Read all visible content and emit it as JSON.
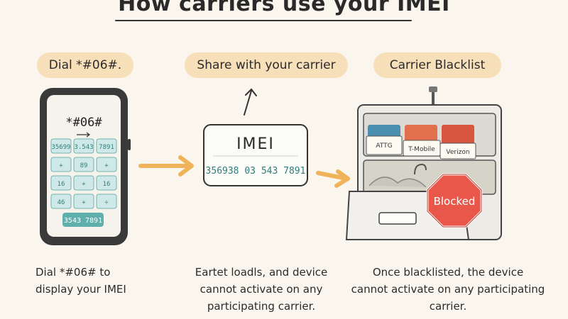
{
  "title": "How carriers use your IMEI",
  "steps": [
    {
      "label": "Dial *#06#.",
      "caption_lines": [
        "Dial *#06# to",
        "display your IMEI"
      ]
    },
    {
      "label": "Share with your carrier",
      "caption_lines": [
        "Eartet loadls, and device",
        "cannot activate on any",
        "participating carrier."
      ]
    },
    {
      "label": "Carrier Blacklist",
      "caption_lines": [
        "Once blacklisted, the device",
        "cannot activate on any participating",
        "carrier."
      ]
    }
  ],
  "phone": {
    "code": "*#06#",
    "keys": [
      "35699",
      "3.543",
      "7891",
      "+",
      "89",
      "+",
      "16",
      "+",
      "16",
      "46",
      "+",
      "÷"
    ],
    "readout": "3543 7891"
  },
  "imei_card": {
    "label": "IMEI",
    "number": "356938 03 543 7891"
  },
  "cabinet": {
    "folders": [
      "ATTG",
      "T-Mobile",
      "Verizon"
    ],
    "stop_sign": "Blocked"
  },
  "colors": {
    "background": "#faf6ee",
    "pill": "#f7dfb9",
    "arrow": "#f0b35a",
    "key": "#cfe9e8",
    "key_text": "#2f7d7b",
    "stop": "#e8574a"
  }
}
